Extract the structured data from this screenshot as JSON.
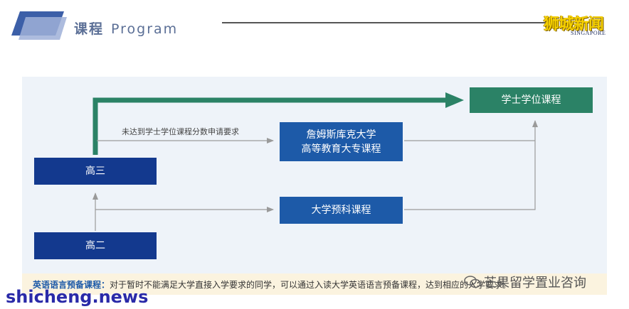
{
  "header": {
    "title_cn": "课程",
    "title_en": "Program"
  },
  "brand": {
    "name_cn": "狮城新闻",
    "name_en": "SINGAPORE"
  },
  "diagram": {
    "nodes": {
      "gao3": "高三",
      "gao2": "高二",
      "jcu_line1": "詹姆斯库克大学",
      "jcu_line2": "高等教育大专课程",
      "foundation": "大学预科课程",
      "bachelor": "学士学位课程"
    },
    "edge_label": "未达到学士学位课程分数申请要求"
  },
  "footer": {
    "lead": "英语语言预备课程：",
    "text": "对于暂时不能满足大学直接入学要求的同学，可以通过入读大学英语语言预备课程，达到相应的入学要求。"
  },
  "watermarks": {
    "wechat": "芒果留学置业咨询",
    "site": "shicheng.news"
  },
  "colors": {
    "navy": "#13398e",
    "blue": "#1d5aa8",
    "green": "#2b8266",
    "panel": "#eef3f9"
  }
}
